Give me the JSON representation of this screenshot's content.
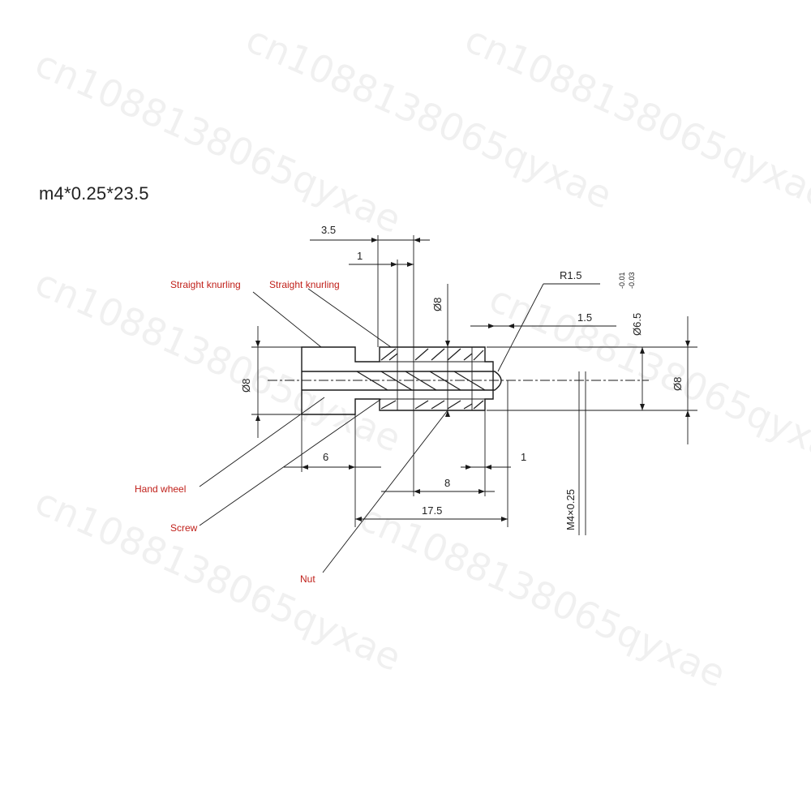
{
  "title": "m4*0.25*23.5",
  "dimensions": {
    "d_3_5": "3.5",
    "d_1_top": "1",
    "d_phi8_top": "Ø8",
    "d_r1_5": "R1.5",
    "d_phi6_5": "Ø6.5",
    "d_tol_upper": "-0.01",
    "d_tol_lower": "-0.03",
    "d_1_5": "1.5",
    "d_phi8_right": "Ø8",
    "d_phi8_left": "Ø8",
    "d_6": "6",
    "d_1_bottom": "1",
    "d_8": "8",
    "d_17_5": "17.5",
    "d_m4": "M4×0.25"
  },
  "callouts": {
    "straight_knurling_1": "Straight knurling",
    "straight_knurling_2": "Straight knurling",
    "hand_wheel": "Hand wheel",
    "screw": "Screw",
    "nut": "Nut"
  },
  "watermark": "cn1088138065qyxae"
}
